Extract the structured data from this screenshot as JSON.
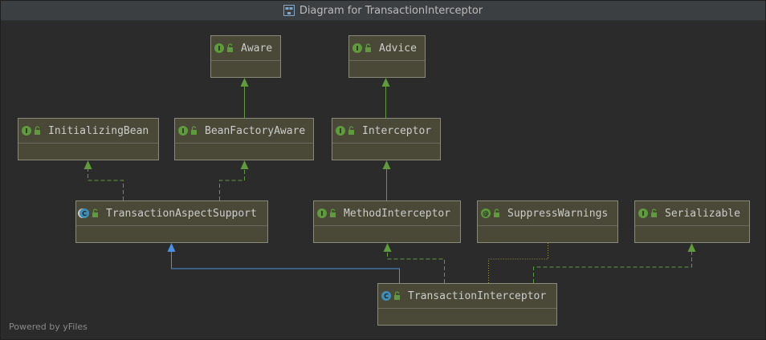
{
  "window": {
    "title": "Diagram for TransactionInterceptor",
    "title_icon": "uml-diagram-icon"
  },
  "nodes": [
    {
      "id": "aware",
      "label": "Aware",
      "kind": "interface",
      "badge": "I",
      "icon": "unlock-icon"
    },
    {
      "id": "advice",
      "label": "Advice",
      "kind": "interface",
      "badge": "I",
      "icon": "unlock-icon"
    },
    {
      "id": "initializing-bean",
      "label": "InitializingBean",
      "kind": "interface",
      "badge": "I",
      "icon": "unlock-icon"
    },
    {
      "id": "bean-factory-aware",
      "label": "BeanFactoryAware",
      "kind": "interface",
      "badge": "I",
      "icon": "unlock-icon"
    },
    {
      "id": "interceptor",
      "label": "Interceptor",
      "kind": "interface",
      "badge": "I",
      "icon": "unlock-icon"
    },
    {
      "id": "transaction-aspect-support",
      "label": "TransactionAspectSupport",
      "kind": "abstract-class",
      "badge": "C",
      "icon": "unlock-icon"
    },
    {
      "id": "method-interceptor",
      "label": "MethodInterceptor",
      "kind": "interface",
      "badge": "I",
      "icon": "unlock-icon"
    },
    {
      "id": "suppress-warnings",
      "label": "SuppressWarnings",
      "kind": "annotation",
      "badge": "@",
      "icon": "unlock-icon"
    },
    {
      "id": "serializable",
      "label": "Serializable",
      "kind": "interface",
      "badge": "I",
      "icon": "unlock-icon"
    },
    {
      "id": "transaction-interceptor",
      "label": "TransactionInterceptor",
      "kind": "class",
      "badge": "C",
      "icon": "unlock-icon"
    }
  ],
  "edges": [
    {
      "from": "bean-factory-aware",
      "to": "aware",
      "type": "extends",
      "color": "#5f9b3c"
    },
    {
      "from": "interceptor",
      "to": "advice",
      "type": "extends",
      "color": "#5f9b3c"
    },
    {
      "from": "method-interceptor",
      "to": "interceptor",
      "type": "extends",
      "color": "#5f9b3c"
    },
    {
      "from": "transaction-aspect-support",
      "to": "initializing-bean",
      "type": "implements",
      "color": "#5f9b3c"
    },
    {
      "from": "transaction-aspect-support",
      "to": "bean-factory-aware",
      "type": "implements",
      "color": "#5f9b3c"
    },
    {
      "from": "transaction-interceptor",
      "to": "transaction-aspect-support",
      "type": "extends",
      "color": "#4a90e2"
    },
    {
      "from": "transaction-interceptor",
      "to": "method-interceptor",
      "type": "implements",
      "color": "#5f9b3c"
    },
    {
      "from": "transaction-interceptor",
      "to": "suppress-warnings",
      "type": "annotated",
      "color": "#9a9a3a"
    },
    {
      "from": "transaction-interceptor",
      "to": "serializable",
      "type": "implements",
      "color": "#5f9b3c"
    }
  ],
  "footer": {
    "powered_by": "Powered by yFiles"
  },
  "colors": {
    "background": "#2b2b2b",
    "node_fill": "#4a4938",
    "interface_badge": "#5f9b3c",
    "class_badge": "#3d8fb8",
    "extends_class_edge": "#4a90e2",
    "implements_edge": "#5f9b3c",
    "annotation_edge": "#9a9a3a"
  }
}
